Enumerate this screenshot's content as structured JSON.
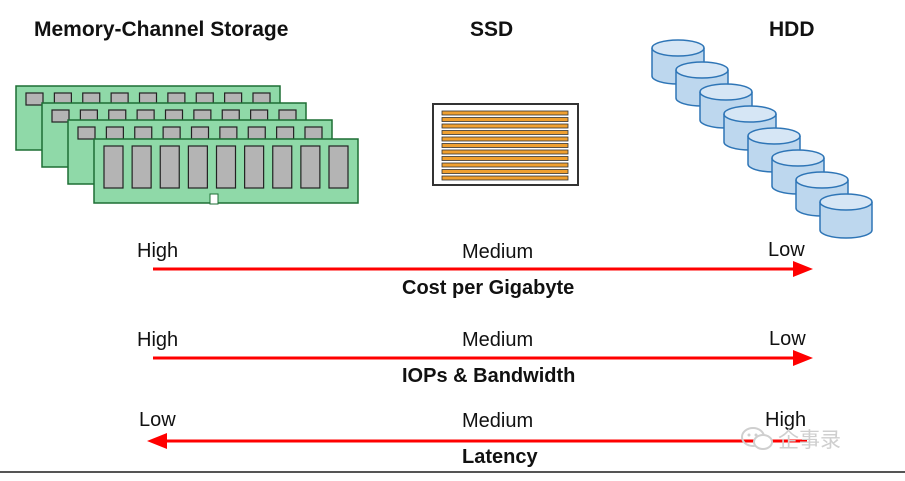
{
  "headers": {
    "memory": "Memory-Channel  Storage",
    "ssd": "SSD",
    "hdd": "HDD"
  },
  "rows": [
    {
      "metric": "Cost per Gigabyte",
      "left": "High",
      "middle": "Medium",
      "right": "Low",
      "arrow_direction": "right"
    },
    {
      "metric": "IOPs & Bandwidth",
      "left": "High",
      "middle": "Medium",
      "right": "Low",
      "arrow_direction": "right"
    },
    {
      "metric": "Latency",
      "left": "Low",
      "middle": "Medium",
      "right": "High",
      "arrow_direction": "left"
    }
  ],
  "watermark": {
    "icon": "wechat-icon",
    "text": "企事录"
  },
  "colors": {
    "arrow": "#ff0000",
    "dimm_board": "#8fd9a8",
    "dimm_border": "#1d6e34",
    "chip_fill": "#b4b4b4",
    "ssd_stripe": "#f0a030",
    "hdd_fill": "#bdd7ee",
    "hdd_border": "#2e75b6"
  }
}
